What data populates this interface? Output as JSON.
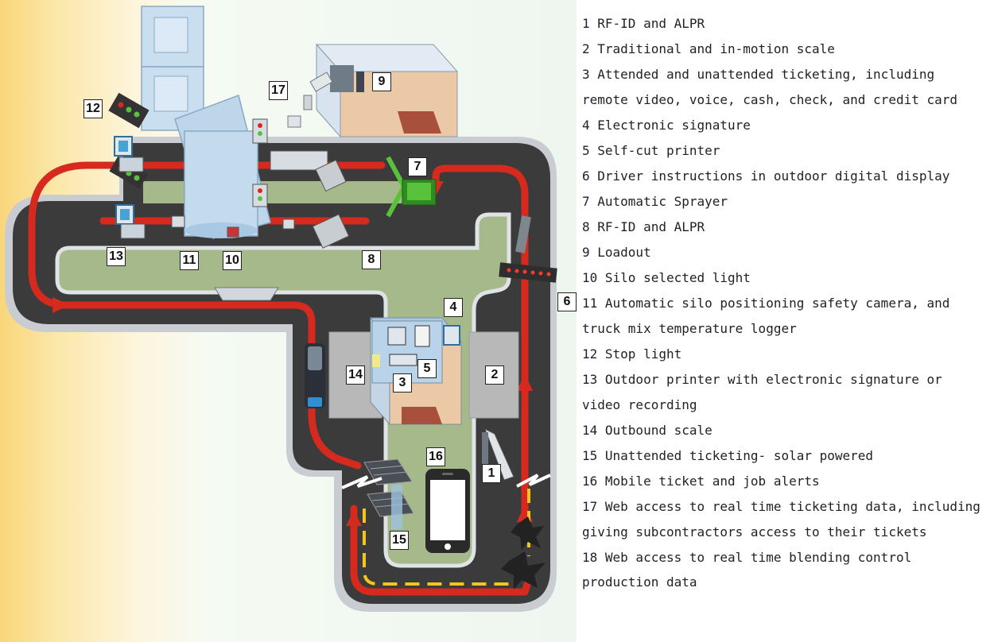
{
  "diagram": {
    "labels": [
      {
        "id": "1",
        "text": "1"
      },
      {
        "id": "2",
        "text": "2"
      },
      {
        "id": "3",
        "text": "3"
      },
      {
        "id": "4",
        "text": "4"
      },
      {
        "id": "5",
        "text": "5"
      },
      {
        "id": "6",
        "text": "6"
      },
      {
        "id": "7",
        "text": "7"
      },
      {
        "id": "8",
        "text": "8"
      },
      {
        "id": "9",
        "text": "9"
      },
      {
        "id": "10",
        "text": "10"
      },
      {
        "id": "11",
        "text": "11"
      },
      {
        "id": "12",
        "text": "12"
      },
      {
        "id": "13",
        "text": "13"
      },
      {
        "id": "14",
        "text": "14"
      },
      {
        "id": "15",
        "text": "15"
      },
      {
        "id": "16",
        "text": "16"
      },
      {
        "id": "17",
        "text": "17"
      }
    ],
    "colors": {
      "road": "#3b3b3b",
      "curb": "#c9ccd0",
      "lane": "#d72a1f",
      "grass": "#a5b98a",
      "building_roof": "#a9c8e4",
      "building_wall": "#ecc9a6",
      "door": "#a8503c",
      "scale_pad": "#b8b8b8",
      "dash_line": "#f5c51f",
      "sprayer": "#58c23a",
      "background_left": "#f9d67a",
      "background_right": "#eef6f0"
    }
  },
  "legend": {
    "items": [
      "1 RF-ID and ALPR",
      "2 Traditional and in-motion scale",
      "3 Attended and unattended ticketing, including remote video, voice, cash, check, and credit card",
      "4 Electronic signature",
      "5 Self-cut printer",
      "6 Driver instructions in outdoor digital display",
      "7 Automatic Sprayer",
      "8 RF-ID and ALPR",
      "9 Loadout",
      "10 Silo selected light",
      "11 Automatic silo positioning safety camera, and truck mix temperature logger",
      "12 Stop light",
      "13 Outdoor printer with electronic signature or video recording",
      "14 Outbound scale",
      "15 Unattended ticketing- solar powered",
      "16 Mobile ticket and job alerts",
      "17 Web access to real time ticketing data, including giving subcontractors access to their tickets",
      "18 Web access to real time blending control production data"
    ]
  }
}
